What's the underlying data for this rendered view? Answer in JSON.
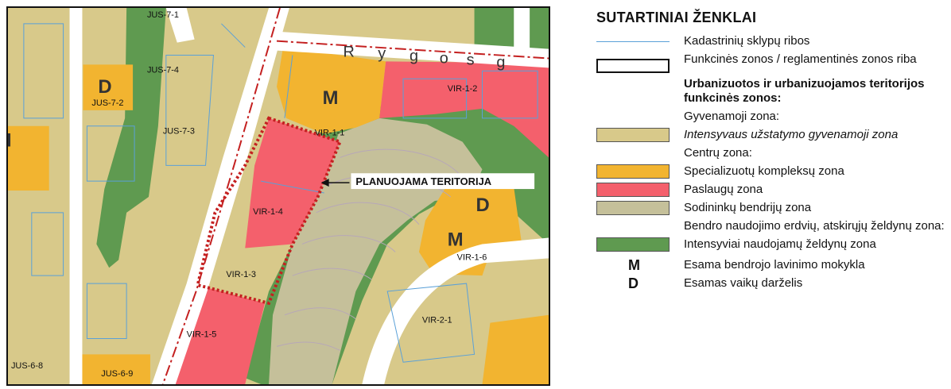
{
  "map": {
    "street_letters": [
      "R",
      "y",
      "g",
      "o",
      "s",
      "g"
    ],
    "planned_territory_label": "PLANUOJAMA TERITORIJA",
    "zone_labels": {
      "jus_7_1": "JUS-7-1",
      "jus_7_4": "JUS-7-4",
      "jus_7_2": "JUS-7-2",
      "jus_7_3": "JUS-7-3",
      "vir_1_2": "VIR-1-2",
      "vir_1_1": "VIR-1-1",
      "vir_1_4": "VIR-1-4",
      "vir_1_3": "VIR-1-3",
      "vir_1_5": "VIR-1-5",
      "vir_1_6": "VIR-1-6",
      "vir_2_1": "VIR-2-1",
      "jus_6_8": "JUS-6-8",
      "jus_6_9": "JUS-6-9"
    },
    "symbols": {
      "m_north": "M",
      "m_south": "M",
      "d_west": "D",
      "d_east": "D",
      "partial_left": "I"
    },
    "colors": {
      "residential": "#d8c98a",
      "specialized": "#f2b430",
      "services": "#f4606c",
      "gardens": "#c5c09a",
      "green": "#5f9a50",
      "parcel": "#5aa0d8",
      "road": "#ffffff",
      "redline": "#c42020"
    }
  },
  "legend": {
    "title": "SUTARTINIAI ŽENKLAI",
    "items": {
      "cadastral": "Kadastrinių sklypų ribos",
      "boundary": "Funkcinės zonos / reglamentinės zonos riba",
      "urban_heading": "Urbanizuotos ir urbanizuojamos teritorijos funkcinės zonos:",
      "residential_heading": "Gyvenamoji zona:",
      "residential": "Intensyvaus užstatymo gyvenamoji zona",
      "centers_heading": "Centrų zona:",
      "specialized": "Specializuotų kompleksų zona",
      "services": "Paslaugų zona",
      "gardens": "Sodininkų bendrijų zona",
      "public_heading": "Bendro naudojimo erdvių, atskirųjų želdynų zona:",
      "green": "Intensyviai naudojamų želdynų zona",
      "school_symbol": "M",
      "school": "Esama bendrojo lavinimo mokykla",
      "kindergarten_symbol": "D",
      "kindergarten": "Esamas vaikų darželis"
    }
  }
}
